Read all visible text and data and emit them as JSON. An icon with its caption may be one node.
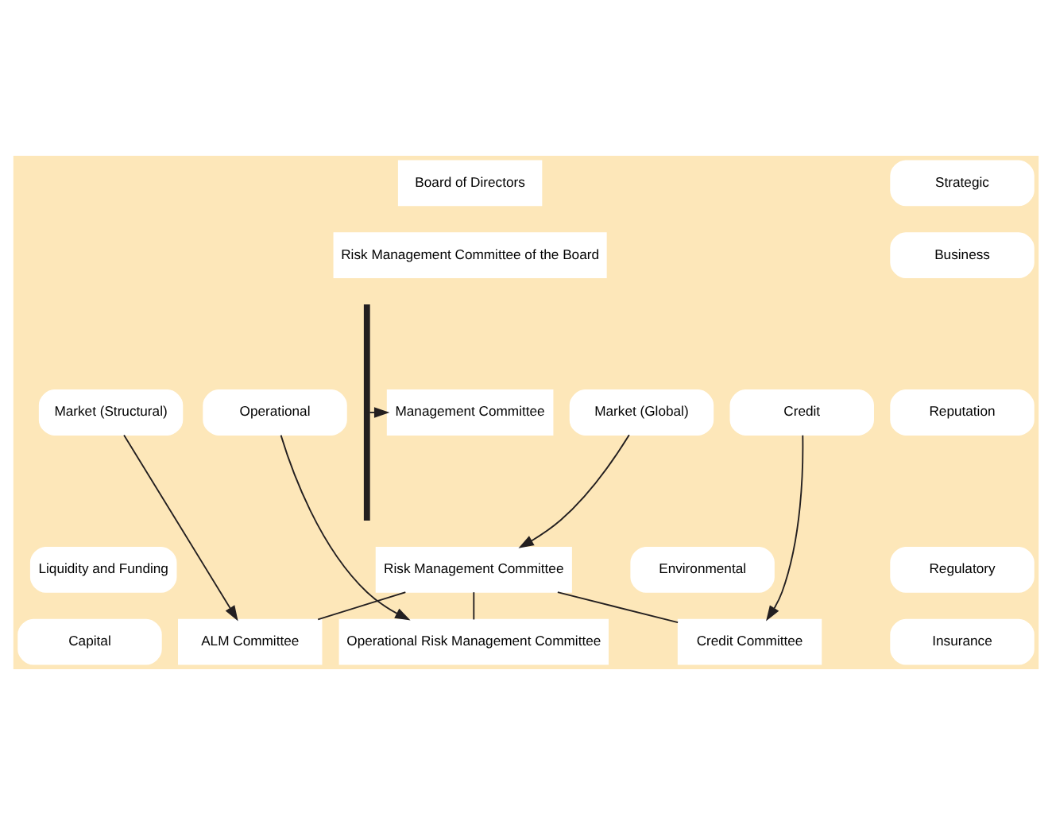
{
  "diagram": {
    "nodes": [
      {
        "text": [
          "Board of Directors"
        ]
      },
      {
        "text": [
          "Risk Management Committee of the Board"
        ]
      },
      {
        "text": [
          "Management Committee"
        ]
      },
      {
        "text": [
          "Risk Management Committee"
        ]
      },
      {
        "text": [],
        "shape": "bar"
      },
      {
        "text": [
          "Strategic"
        ]
      },
      {
        "text": [
          "Business"
        ]
      },
      {
        "text": [
          "Reputation"
        ]
      },
      {
        "text": [
          "Regulatory"
        ]
      },
      {
        "text": [
          "Insurance"
        ]
      },
      {
        "text": [
          "Operational Risk Management Committee"
        ]
      },
      {
        "text": [
          "ALM Committee"
        ]
      },
      {
        "text": [
          "Credit Committee"
        ]
      },
      {
        "text": [
          "Operational"
        ]
      },
      {
        "text": [
          "Market (Structural)"
        ]
      },
      {
        "text": [
          "Liquidity and Funding"
        ]
      },
      {
        "text": [
          "Capital"
        ]
      },
      {
        "text": [
          "Market (Global)"
        ]
      },
      {
        "text": [
          "Credit"
        ]
      },
      {
        "text": [
          "Environmental"
        ]
      }
    ],
    "edges": [
      {
        "from": 4,
        "to": 2,
        "arrow": "to"
      },
      {
        "from": 3,
        "to": 10,
        "arrow": "none"
      },
      {
        "from": 3,
        "to": 11,
        "arrow": "none"
      },
      {
        "from": 3,
        "to": 12,
        "arrow": "none"
      },
      {
        "from": 13,
        "to": 10,
        "arrow": "to"
      },
      {
        "from": 14,
        "to": 11,
        "arrow": "to"
      },
      {
        "from": 17,
        "to": 3,
        "arrow": "to"
      },
      {
        "from": 18,
        "to": 12,
        "arrow": "to"
      }
    ]
  }
}
